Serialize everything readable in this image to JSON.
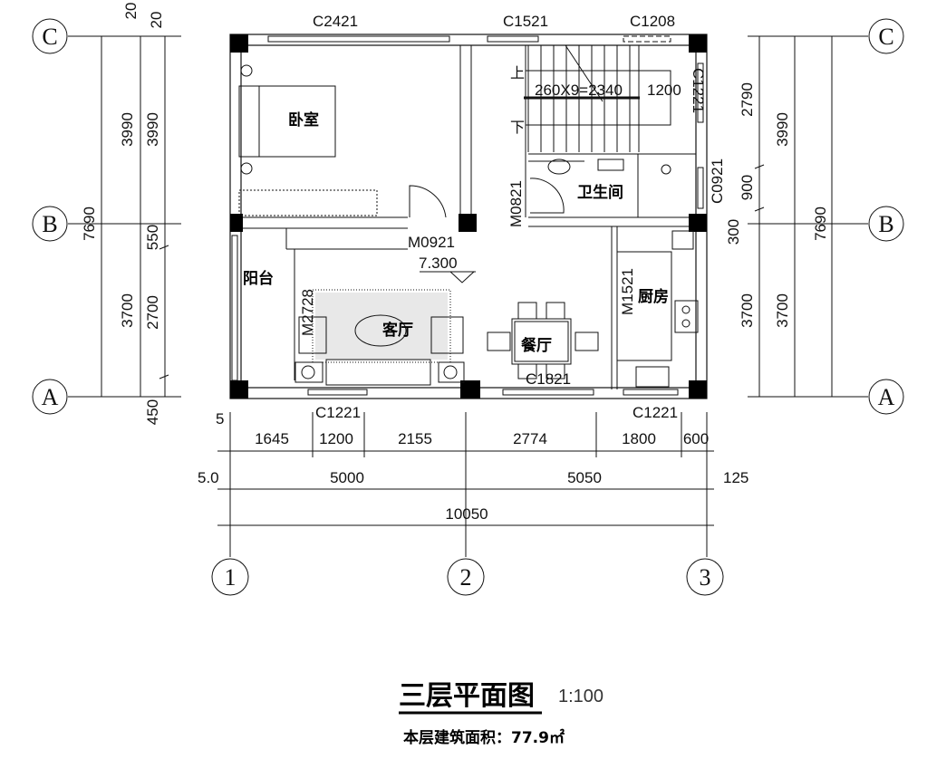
{
  "title": "三层平面图",
  "scale": "1:100",
  "area_text": "本层建筑面积：77.9㎡",
  "axes": {
    "rows": [
      "C",
      "B",
      "A"
    ],
    "cols": [
      "1",
      "2",
      "3"
    ]
  },
  "rooms": {
    "bedroom": "卧室",
    "balcony": "阳台",
    "living": "客厅",
    "dining": "餐厅",
    "bathroom": "卫生间",
    "kitchen": "厨房"
  },
  "openings": {
    "c2421": "C2421",
    "c1521": "C1521",
    "c1208": "C1208",
    "c1221_bl": "C1221",
    "c1221_br": "C1221",
    "c1821": "C1821",
    "c0921": "C0921",
    "c1221_r": "C1221",
    "m0921": "M0921",
    "m0821": "M0821",
    "m1521": "M1521",
    "m2728": "M2728"
  },
  "elevation": "7.300",
  "stairs": {
    "up": "上",
    "down": "下",
    "treads": "260X9=2340",
    "width": "1200"
  },
  "left_dims": {
    "total": "7690",
    "outer_top": "3990",
    "outer_bottom": "3700",
    "inner_top": "3990",
    "inner_mid": "550",
    "inner_bottom": "2700",
    "top_a": "20",
    "top_b": "20",
    "bottom": "450"
  },
  "right_dims": {
    "total": "7690",
    "outer_top": "2790",
    "outer_mid": "900",
    "outer_low": "300",
    "outer_bottom": "3700",
    "mid_top": "3990",
    "mid_bottom": "3700"
  },
  "bottom_dims": {
    "row1": [
      "1645",
      "1200",
      "2155",
      "2774",
      "1800",
      "600"
    ],
    "row1_left": "5",
    "row2": [
      "5000",
      "5050"
    ],
    "row2_left": "5.0",
    "row2_right": "125",
    "total": "10050"
  }
}
